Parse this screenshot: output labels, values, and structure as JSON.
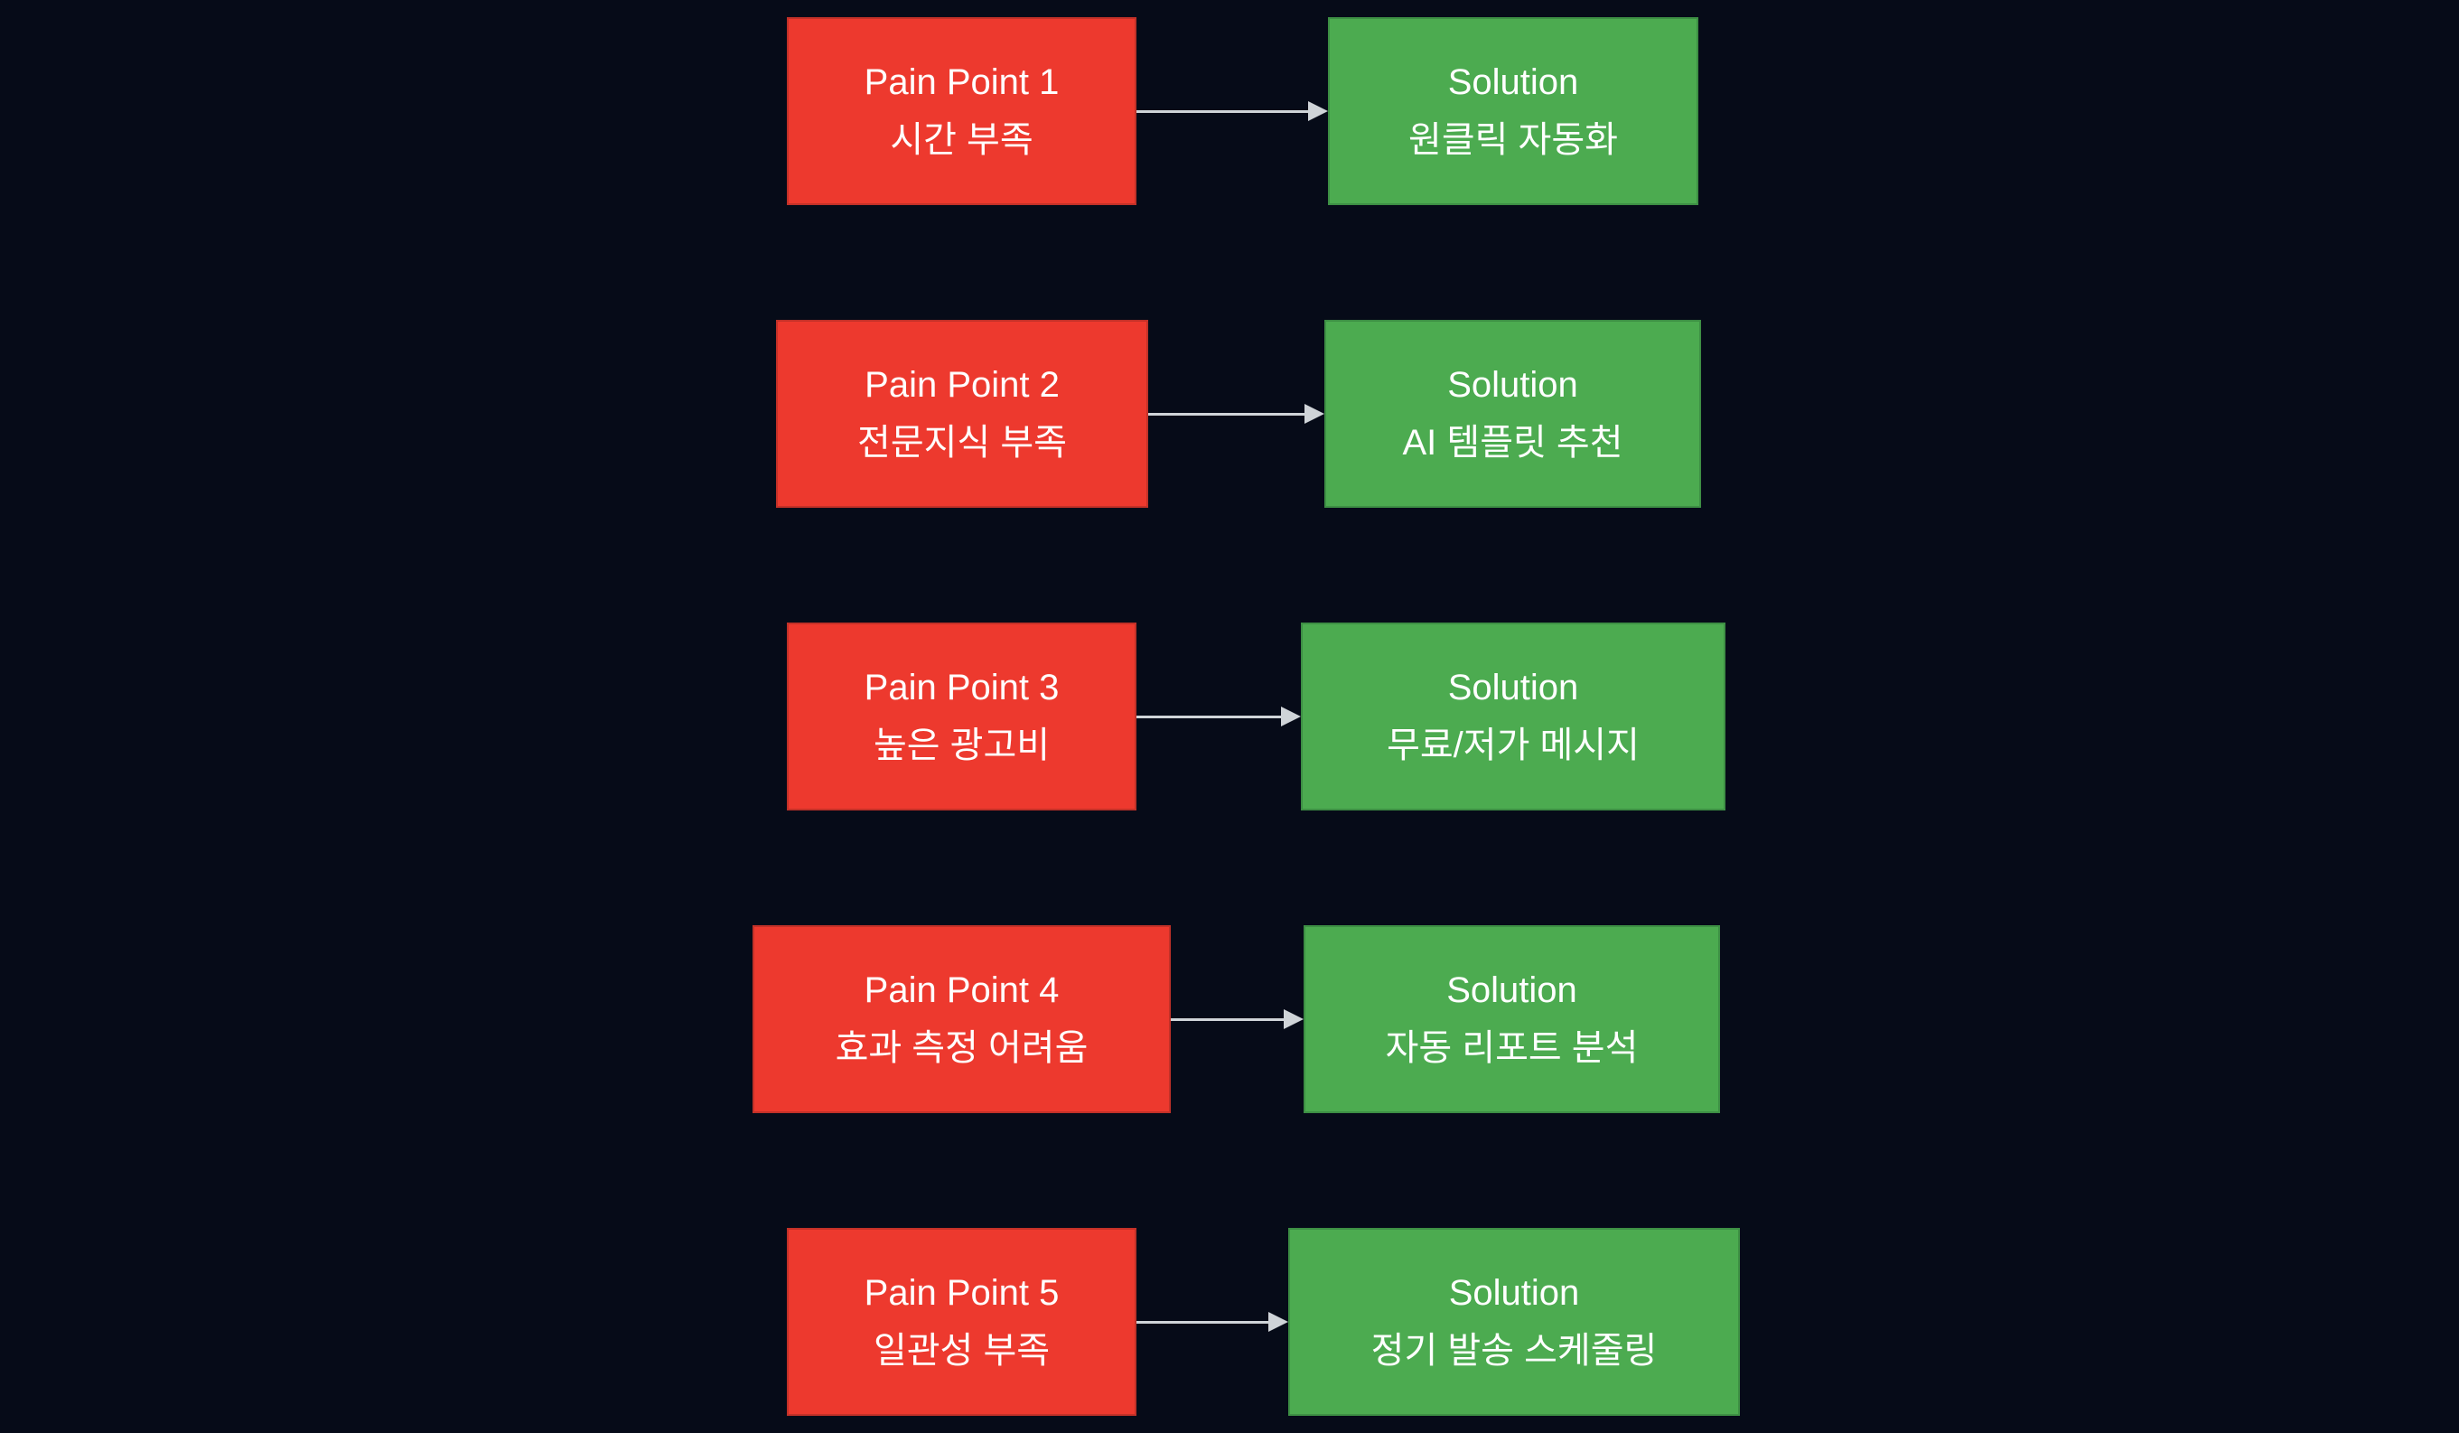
{
  "theme": {
    "background": "#060b18",
    "pain_box": "#ed392e",
    "solution_box": "#4cab50",
    "arrow": "#cfd4d8",
    "text": "#ffffff"
  },
  "diagram": {
    "rows": [
      {
        "pain_title": "Pain Point 1",
        "pain_subtitle": "시간 부족",
        "solution_title": "Solution",
        "solution_subtitle": "원클릭 자동화"
      },
      {
        "pain_title": "Pain Point 2",
        "pain_subtitle": "전문지식 부족",
        "solution_title": "Solution",
        "solution_subtitle": "AI 템플릿 추천"
      },
      {
        "pain_title": "Pain Point 3",
        "pain_subtitle": "높은 광고비",
        "solution_title": "Solution",
        "solution_subtitle": "무료/저가 메시지"
      },
      {
        "pain_title": "Pain Point 4",
        "pain_subtitle": "효과 측정 어려움",
        "solution_title": "Solution",
        "solution_subtitle": "자동 리포트 분석"
      },
      {
        "pain_title": "Pain Point 5",
        "pain_subtitle": "일관성 부족",
        "solution_title": "Solution",
        "solution_subtitle": "정기 발송 스케줄링"
      }
    ]
  }
}
